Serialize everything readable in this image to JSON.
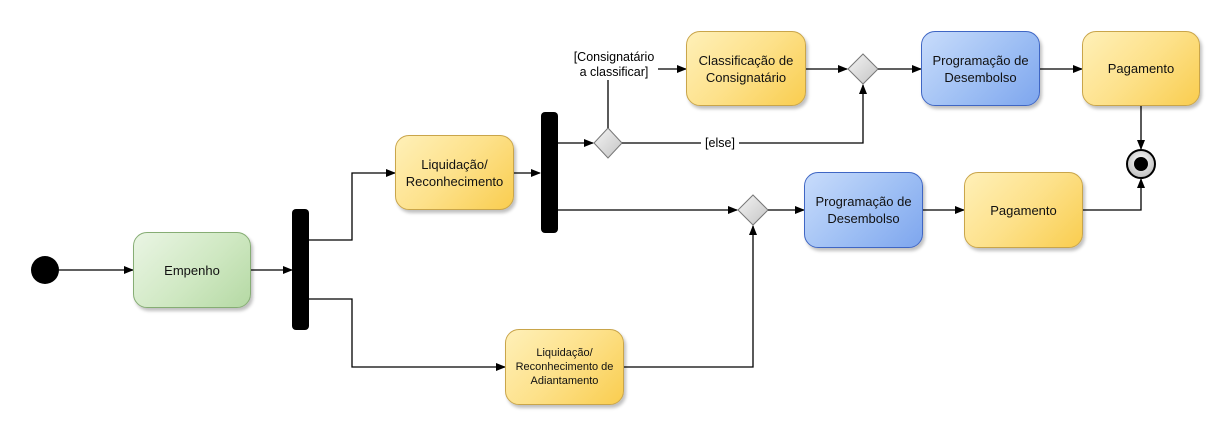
{
  "nodes": {
    "empenho": "Empenho",
    "liquidacao": "Liquidação/\nReconhecimento",
    "liquidacao_adiantamento": "Liquidação/\nReconhecimento de\nAdiantamento",
    "classificacao": "Classificação de\nConsignatário",
    "programacao_top": "Programação de\nDesembolso",
    "pagamento_top": "Pagamento",
    "programacao_mid": "Programação de\nDesembolso",
    "pagamento_mid": "Pagamento"
  },
  "guards": {
    "consignatario": "[Consignatário\na classificar]",
    "else": "[else]"
  },
  "colors": {
    "activity_yellow": "#fde18a",
    "activity_green": "#cfe8c2",
    "activity_blue": "#9ebff4",
    "bar": "#000000"
  }
}
